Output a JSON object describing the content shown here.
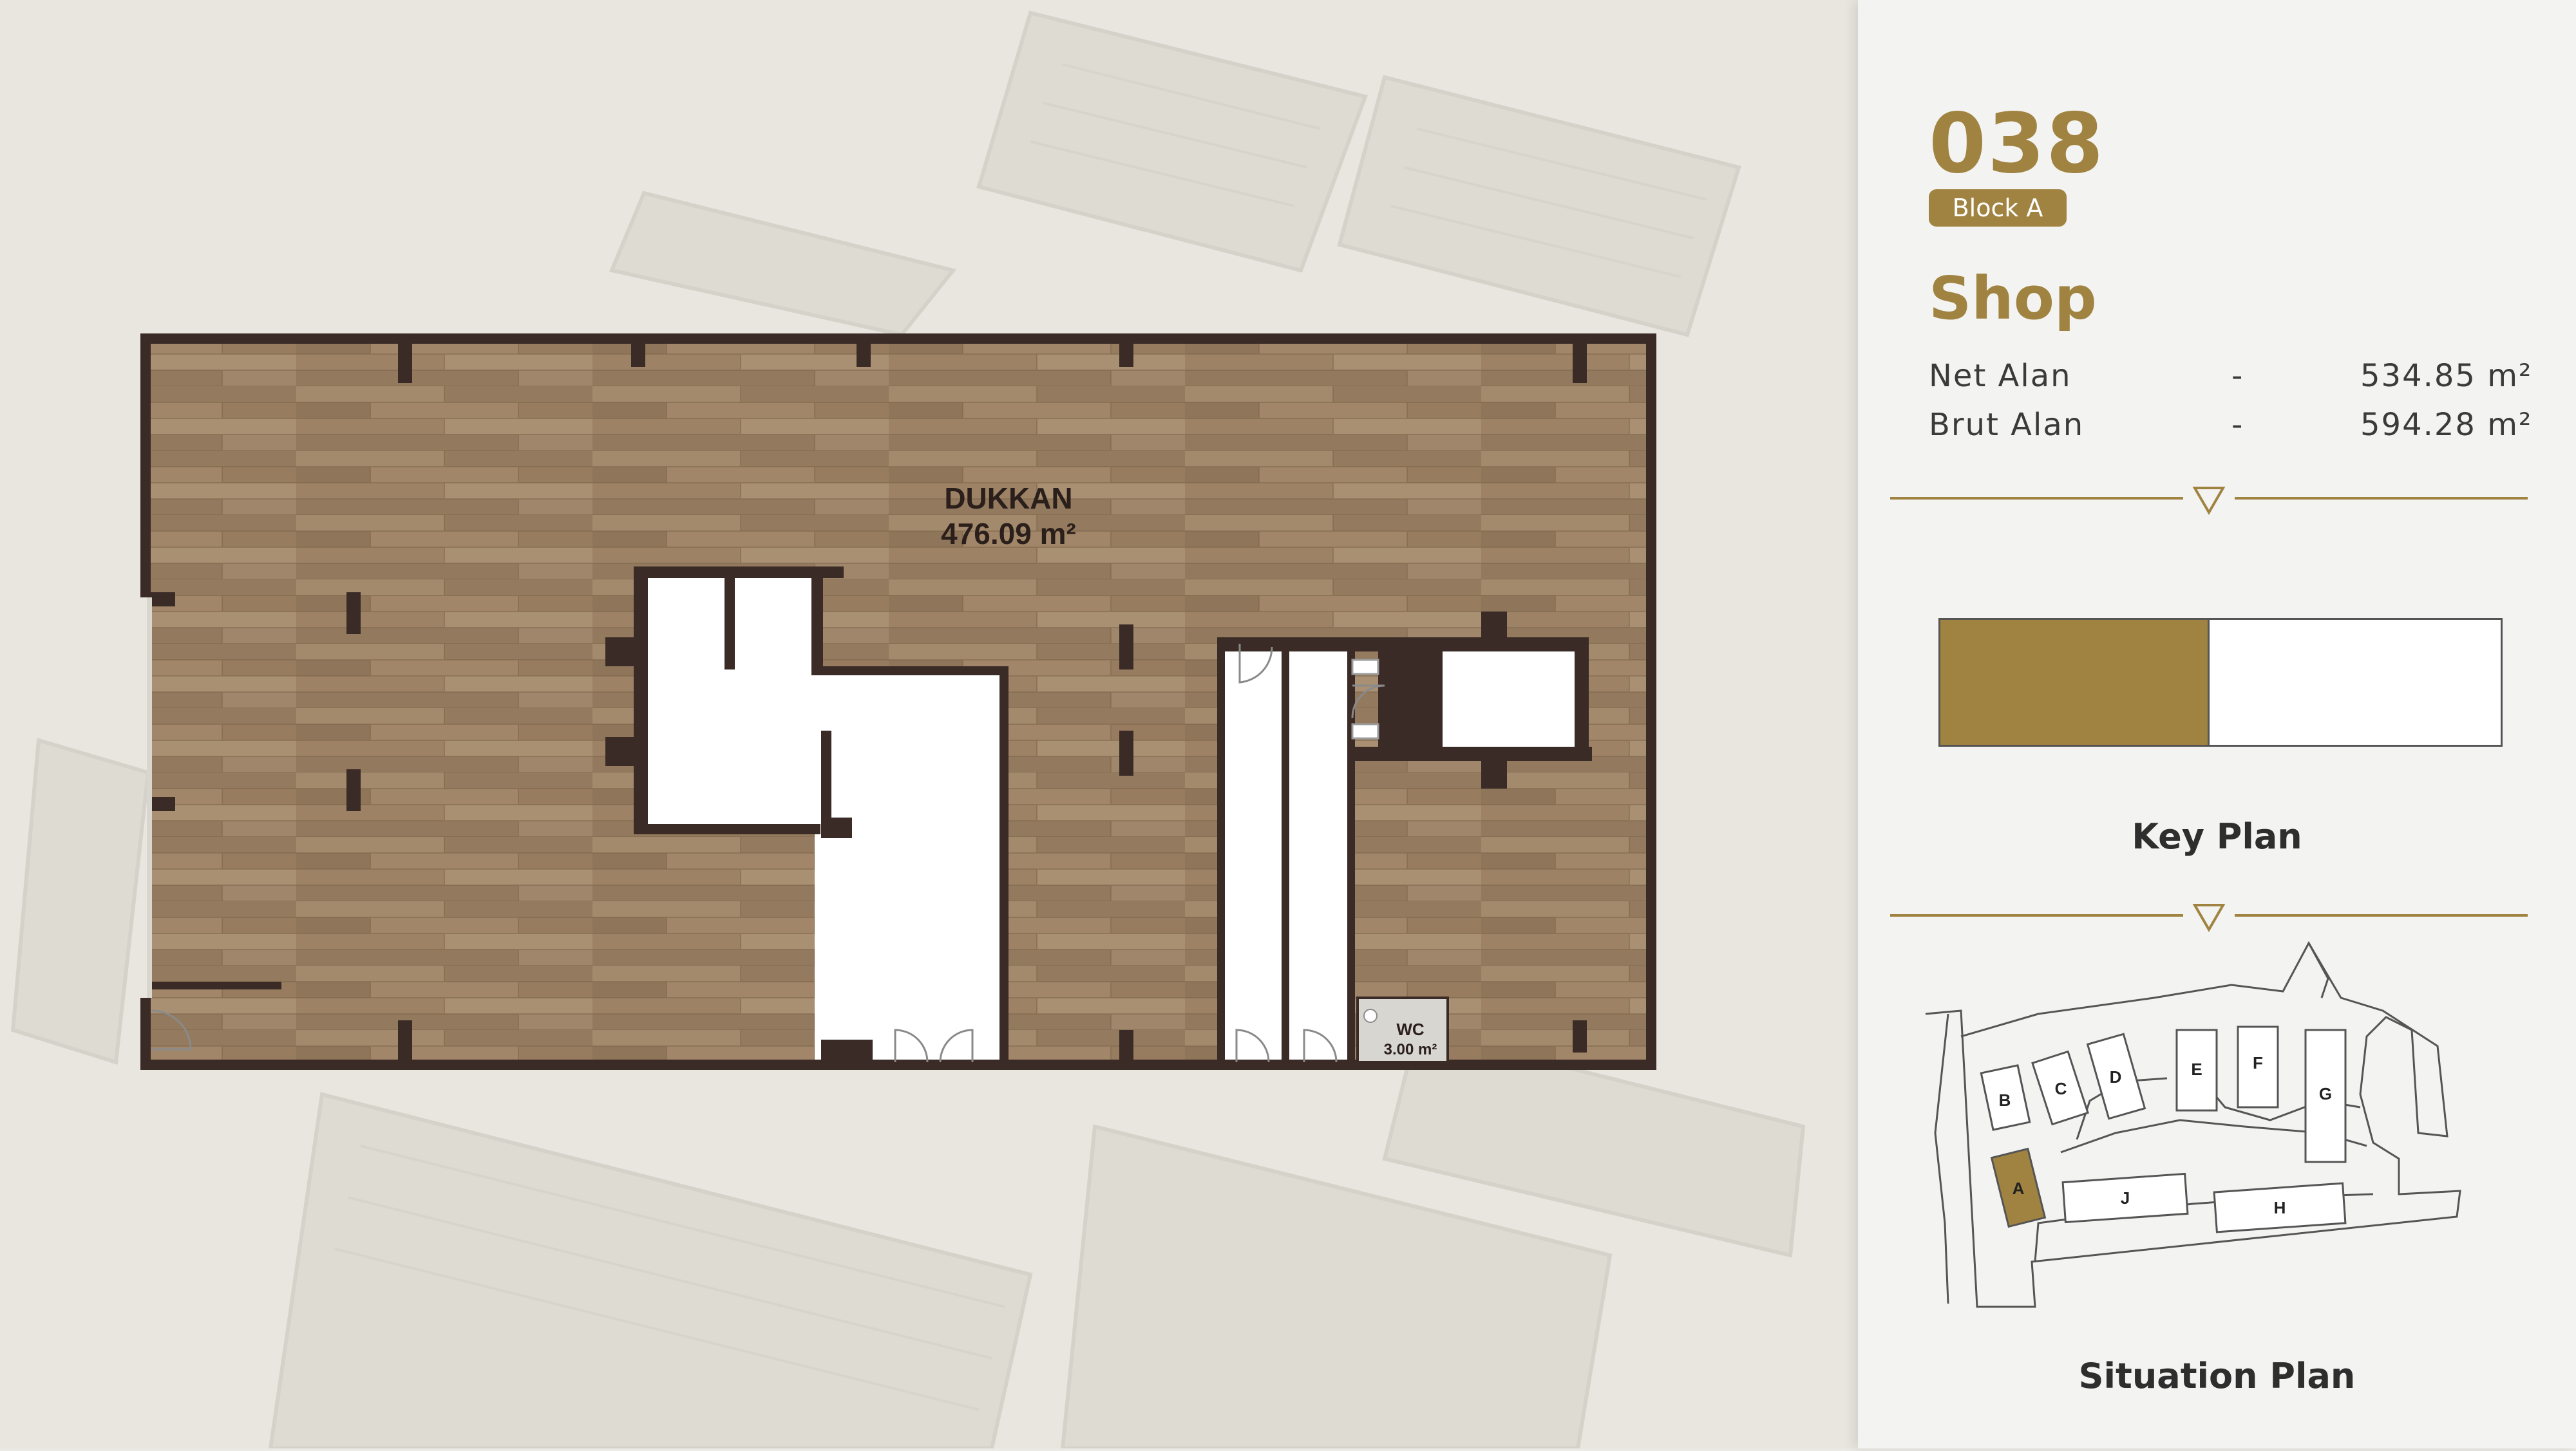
{
  "unit": {
    "number": "038",
    "block": "Block A",
    "type": "Shop",
    "net_area_label": "Net Alan",
    "net_area_value": "534.85 m²",
    "gross_area_label": "Brut Alan",
    "gross_area_value": "594.28 m²",
    "separator": "-"
  },
  "floor_plan": {
    "room_name": "DUKKAN",
    "room_area": "476.09 m²",
    "wc_name": "WC",
    "wc_area": "3.00 m²"
  },
  "key_plan": {
    "label": "Key Plan",
    "highlighted_fraction": 0.48
  },
  "situation_plan": {
    "label": "Situation Plan",
    "blocks": [
      "A",
      "B",
      "C",
      "D",
      "E",
      "F",
      "G",
      "H",
      "J"
    ],
    "highlighted_block": "A"
  },
  "colors": {
    "accent_gold": "#a08341",
    "wall": "#3a2b26",
    "floor_wood": "#9a7f63",
    "sidebar_bg": "#f3f3f1"
  },
  "icons": {
    "divider": "triangle-down-icon"
  }
}
